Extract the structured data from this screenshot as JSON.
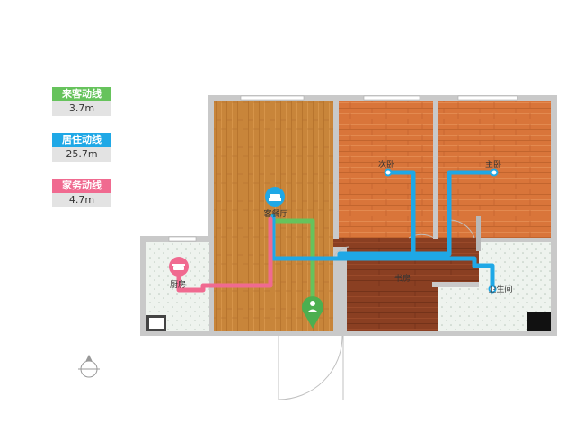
{
  "legend": [
    {
      "label": "来客动线",
      "value": "3.7m",
      "color": "#66c35c"
    },
    {
      "label": "居住动线",
      "value": "25.7m",
      "color": "#1fa8e6"
    },
    {
      "label": "家务动线",
      "value": "4.7m",
      "color": "#f06a90"
    }
  ],
  "rooms": {
    "living": "客餐厅",
    "second_bedroom": "次卧",
    "master_bedroom": "主卧",
    "study": "书房",
    "kitchen": "厨房",
    "bathroom": "卫生间"
  },
  "icons": {
    "living": "sofa-icon",
    "kitchen": "cooking-pot-icon",
    "entrance": "person-icon",
    "compass": "compass-icon"
  },
  "colors": {
    "wall": "#c9c9c9",
    "wood_light": "#c8853a",
    "wood_orange": "#d9753a",
    "wood_dark": "#8a3f22",
    "tile": "#eef3ee",
    "guest_line": "#66c35c",
    "living_line": "#1fa8e6",
    "chore_line": "#f06a90"
  }
}
